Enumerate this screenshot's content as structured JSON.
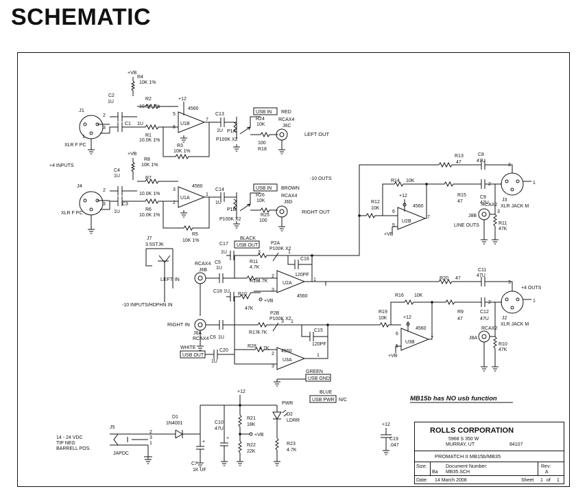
{
  "page": {
    "heading": "SCHEMATIC"
  },
  "refs": {
    "R1": "R1",
    "R2": "R2",
    "R3": "R3",
    "R4": "R4",
    "R5": "R5",
    "R6": "R6",
    "R7": "R7",
    "R8": "R8",
    "R9": "R9",
    "R10": "R10",
    "R11": "R11",
    "R12": "R12",
    "R13": "R13",
    "R14": "R14",
    "R15": "R15",
    "R16": "R16",
    "R17": "R17",
    "R18": "R18",
    "R19": "R19",
    "R20": "R20",
    "R21": "R21",
    "R22": "R22",
    "R23": "R23",
    "R24": "R24",
    "R25": "R25",
    "R26": "R26",
    "R28": "R28",
    "C1": "C1",
    "C2": "C2",
    "C3": "C3",
    "C4": "C4",
    "C5": "C5",
    "C6": "C6",
    "C7": "C7",
    "C8": "C8",
    "C9": "C9",
    "C10": "C10",
    "C11": "C11",
    "C12": "C12",
    "C13": "C13",
    "C14": "C14",
    "C15": "C15",
    "C16": "C16",
    "C17": "C17",
    "C18": "C18",
    "C19": "C19",
    "C20": "C20",
    "U1A": "U1A",
    "U1B": "U1B",
    "U2A": "U2A",
    "U2B": "U2B",
    "U3A": "U3A",
    "U3B": "U3B",
    "J1": "J1",
    "J2": "J2",
    "J3": "J3",
    "J4": "J4",
    "J5": "J5",
    "J7": "J7",
    "J6A": "J6A",
    "J6B": "J6B",
    "J6C": "J6C",
    "J6D": "J6D",
    "J8A": "J8A",
    "J8B": "J8B",
    "P1A": "P1A",
    "P1B": "P1B",
    "P2A": "P2A",
    "P2B": "P2B",
    "D1": "D1",
    "D2": "D2"
  },
  "values": {
    "v10K1": "10K 1%",
    "v10K01": "10.0K 1%",
    "v1U": "1U",
    "v4560": "4560",
    "v10K": "10K",
    "v47": "47",
    "v47U": "47U",
    "v47K": "47K",
    "v4K7": "4.7K",
    "v100": "100",
    "v120PF": "120PF",
    "vP100KX2": "P100K X2",
    "vRCAX4": "RCAX4",
    "vRCAX2": "RCAX2",
    "v18K": "18K",
    "v22K": "22K",
    "v1KUF": "1K UF",
    "v1N4001": "1N4001",
    "vLDRR": "LDRR",
    "v047": ".047",
    "v35STJK": "3.5STJK",
    "vJAPDC": "JAPDC",
    "vXLRF": "XLR F PC",
    "vXLRM": "XLR JACK M"
  },
  "rails": {
    "vb": "+VB",
    "p12": "+12"
  },
  "labels": {
    "plus4_inputs": "+4 INPUTS",
    "minus10_outs": "-10 OUTS",
    "minus10_inputs": "-10 INPUTS/HDPHN IN",
    "plus4_outs": "+4 OUTS",
    "left_out": "LEFT OUT",
    "right_out": "RIGHT OUT",
    "left_in": "LEFT IN",
    "right_in": "RIGHT IN",
    "line_outs": "LINE OUTS",
    "usb_in": "USB IN",
    "usb_out": "USB OUT",
    "usb_gnd": "USB GND",
    "usb_pwr": "USB PWR",
    "red": "RED",
    "brown": "BROWN",
    "black": "BLACK",
    "white": "WHITE",
    "green": "GREEN",
    "blue": "BLUE",
    "nc": "N/C",
    "pwr": "PWR",
    "no_usb_note": "MB15b has NO usb function",
    "dc_spec_1": "14 - 24 VDC",
    "dc_spec_2": "TIP NEG",
    "dc_spec_3": "BARRELL POS."
  },
  "title_block": {
    "company": "ROLLS CORPORATION",
    "address1": "5968 S 350 W",
    "address2": "MURRAY, UT",
    "zip": "84107",
    "title": "PROMATCH II MB15b/MB35",
    "size_label": "Size:",
    "size": "Ba",
    "docnum_label": "Document Number:",
    "docnum": "MB35.SCH",
    "rev_label": "Rev:",
    "rev": "A",
    "date_label": "Date:",
    "date": "14 March 2008",
    "sheet_label": "Sheet",
    "sheet": "1",
    "of_label": "of",
    "sheet_total": "1"
  }
}
